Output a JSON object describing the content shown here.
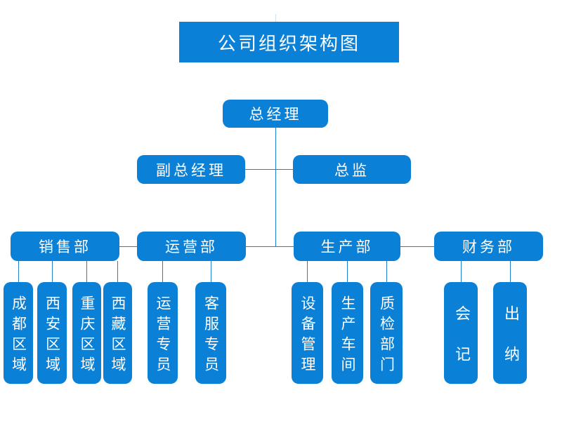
{
  "title": "公司组织架构图",
  "tree": {
    "root": {
      "label": "总经理"
    },
    "level2": [
      {
        "label": "副总经理"
      },
      {
        "label": "总监"
      }
    ],
    "departments": [
      {
        "label": "销售部",
        "children": [
          {
            "label": "成都区域"
          },
          {
            "label": "西安区域"
          },
          {
            "label": "重庆区域"
          },
          {
            "label": "西藏区域"
          }
        ]
      },
      {
        "label": "运营部",
        "children": [
          {
            "label": "运营专员"
          },
          {
            "label": "客服专员"
          }
        ]
      },
      {
        "label": "生产部",
        "children": [
          {
            "label": "设备管理"
          },
          {
            "label": "生产车间"
          },
          {
            "label": "质检部门"
          }
        ]
      },
      {
        "label": "财务部",
        "children": [
          {
            "label": "会记"
          },
          {
            "label": "出纳"
          }
        ]
      }
    ]
  },
  "colors": {
    "primary": "#0b80d7",
    "line": "#1b7fd2",
    "faint": "#cfe2f4",
    "text": "#ffffff"
  }
}
